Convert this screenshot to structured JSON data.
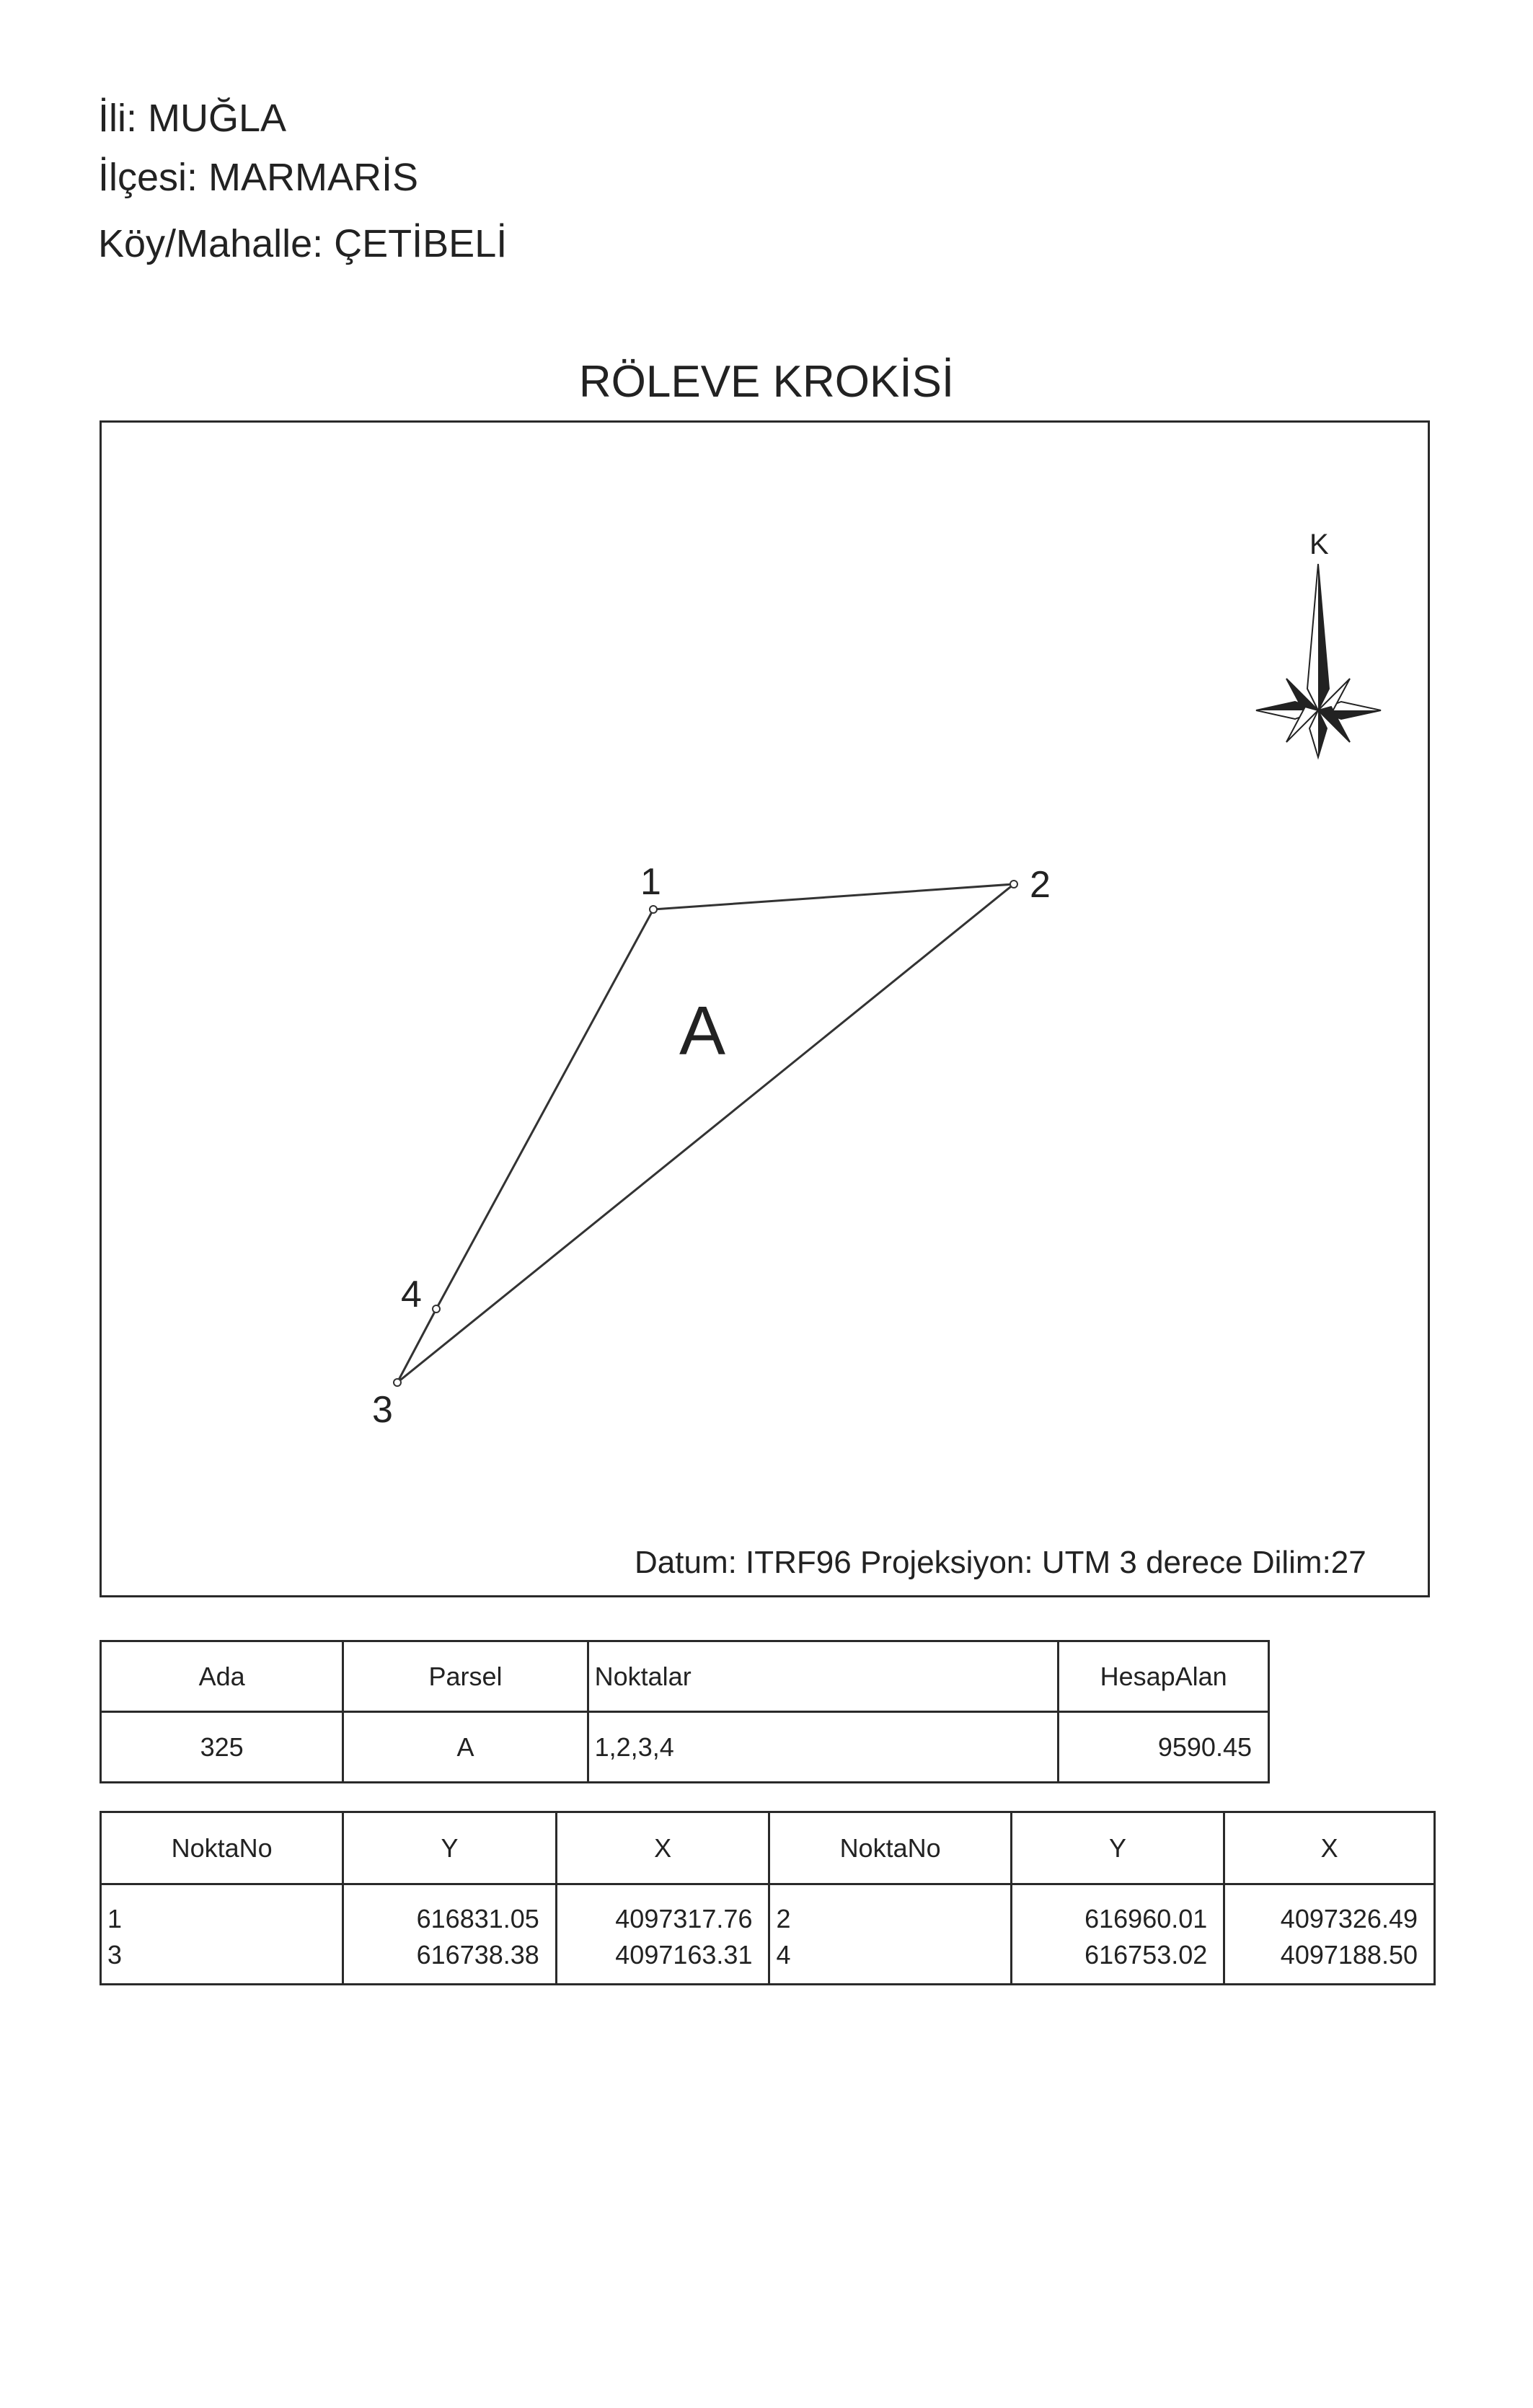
{
  "header": {
    "il": "İli: MUĞLA",
    "ilce": "İlçesi: MARMARİS",
    "koy": "Köy/Mahalle: ÇETİBELİ"
  },
  "title": "RÖLEVE KROKİSİ",
  "sketch": {
    "north_label": "K",
    "parcel_label": "A",
    "points": [
      {
        "label": "1"
      },
      {
        "label": "2"
      },
      {
        "label": "3"
      },
      {
        "label": "4"
      }
    ],
    "datum_text": "Datum: ITRF96 Projeksiyon: UTM 3 derece Dilim:27"
  },
  "parcel_table": {
    "headers": [
      "Ada",
      "Parsel",
      "Noktalar",
      "HesapAlan"
    ],
    "row": [
      "325",
      "A",
      "1,2,3,4",
      "9590.45"
    ]
  },
  "coord_table": {
    "headers": [
      "NoktaNo",
      "Y",
      "X",
      "NoktaNo",
      "Y",
      "X"
    ],
    "left": [
      {
        "no": "1",
        "y": "616831.05",
        "x": "4097317.76"
      },
      {
        "no": "3",
        "y": "616738.38",
        "x": "4097163.31"
      }
    ],
    "right": [
      {
        "no": "2",
        "y": "616960.01",
        "x": "4097326.49"
      },
      {
        "no": "4",
        "y": "616753.02",
        "x": "4097188.50"
      }
    ]
  }
}
